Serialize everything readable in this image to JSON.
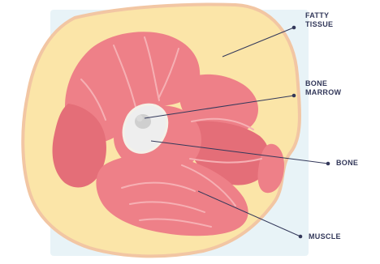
{
  "labels": {
    "fatty_tissue": [
      "FATTY",
      "TISSUE"
    ],
    "bone_marrow": [
      "BONE",
      "MARROW"
    ],
    "bone": "BONE",
    "muscle": "MUSCLE"
  },
  "colors": {
    "background_panel": "#e8f3f7",
    "fat_fill": "#fbe5a8",
    "fat_outline": "#f2c6a3",
    "muscle_fill": "#ee8088",
    "muscle_shade": "#e46e78",
    "muscle_line": "#f6b0b4",
    "bone_fill": "#eeeeee",
    "bone_outline": "#f4f1e8",
    "marrow_fill": "#cfcfcf",
    "leader_line": "#33385a"
  }
}
